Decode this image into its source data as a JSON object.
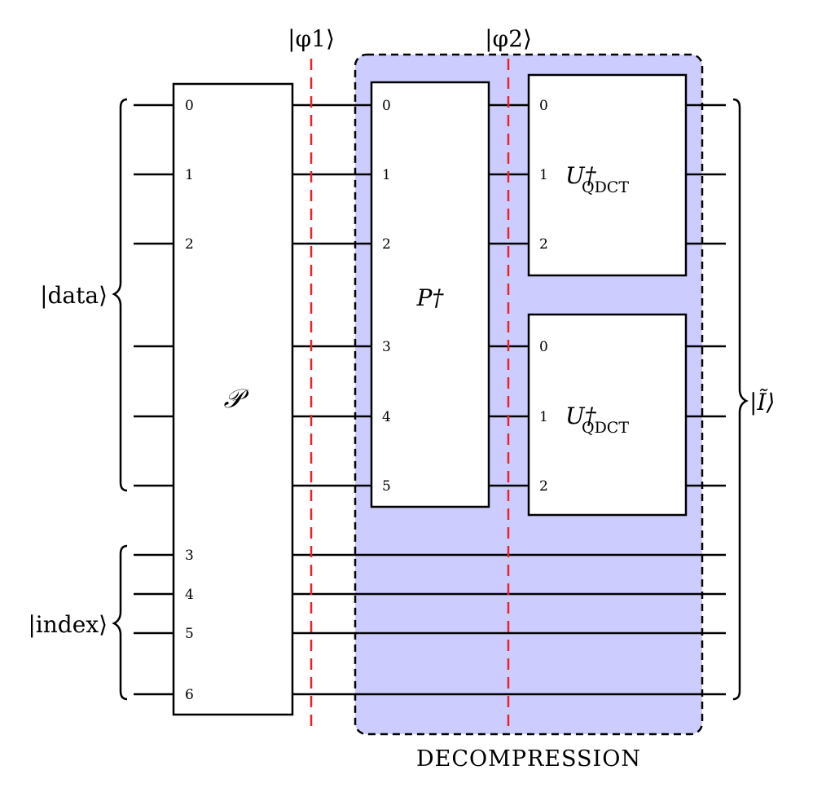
{
  "labels": {
    "data_register": "|data⟩",
    "index_register": "|index⟩",
    "output_state": "|Ĩ⟩",
    "phi1": "|φ1⟩",
    "phi2": "|φ2⟩",
    "decompression": "DECOMPRESSION"
  },
  "gates": {
    "p_calligraphic": {
      "label": "𝒫",
      "ports": [
        "0",
        "1",
        "2",
        "3",
        "4",
        "5",
        "6"
      ]
    },
    "p_dagger": {
      "label": "P†",
      "ports": [
        "0",
        "1",
        "2",
        "3",
        "4",
        "5"
      ]
    },
    "qdct_top": {
      "label": "U†",
      "label_sub": "QDCT",
      "ports": [
        "0",
        "1",
        "2"
      ]
    },
    "qdct_bottom": {
      "label": "U†",
      "label_sub": "QDCT",
      "ports": [
        "0",
        "1",
        "2"
      ]
    }
  },
  "colors": {
    "decompression_fill": "#ccccff",
    "barrier": "#e8232a",
    "wire": "#000000"
  }
}
